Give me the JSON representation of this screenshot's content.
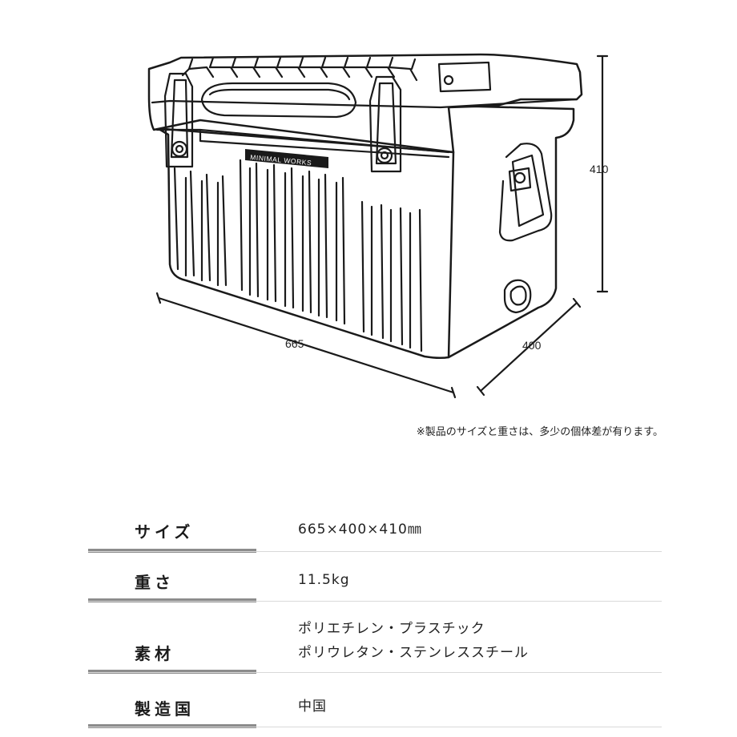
{
  "product": {
    "brand_label": "MINIMAL WORKS"
  },
  "dimensions": {
    "width": "665",
    "depth": "400",
    "height": "410"
  },
  "note": "※製品のサイズと重さは、多少の個体差が有ります。",
  "specs": [
    {
      "label": "サイズ",
      "lines": [
        "665×400×410㎜"
      ]
    },
    {
      "label": "重さ",
      "lines": [
        "11.5kg"
      ]
    },
    {
      "label": "素材",
      "lines": [
        "ポリエチレン・プラスチック",
        "ポリウレタン・ステンレススチール"
      ]
    },
    {
      "label": "製造国",
      "lines": [
        "中国"
      ]
    }
  ]
}
